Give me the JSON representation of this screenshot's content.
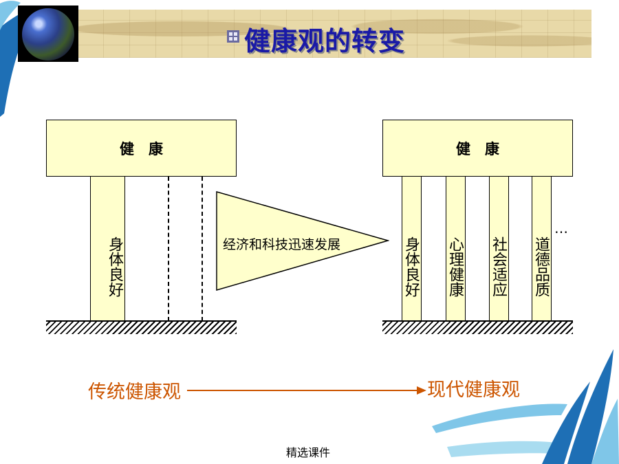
{
  "title": "健康观的转变",
  "left_diagram": {
    "roof_label": "健　康",
    "pillar_label": "身体良好"
  },
  "arrow_label": "经济和科技迅速发展",
  "right_diagram": {
    "roof_label": "健　康",
    "pillars": [
      "身体良好",
      "心理健康",
      "社会适应",
      "道德品质"
    ],
    "ellipsis": "…"
  },
  "bottom": {
    "traditional": "传统健康观",
    "modern": "现代健康观"
  },
  "footer": "精选课件",
  "colors": {
    "title": "#1a1aa6",
    "box_fill": "#ffffcc",
    "legend_text": "#cc5500",
    "decoration_blue": "#1e6fb5",
    "decoration_light": "#7fc6e8"
  }
}
